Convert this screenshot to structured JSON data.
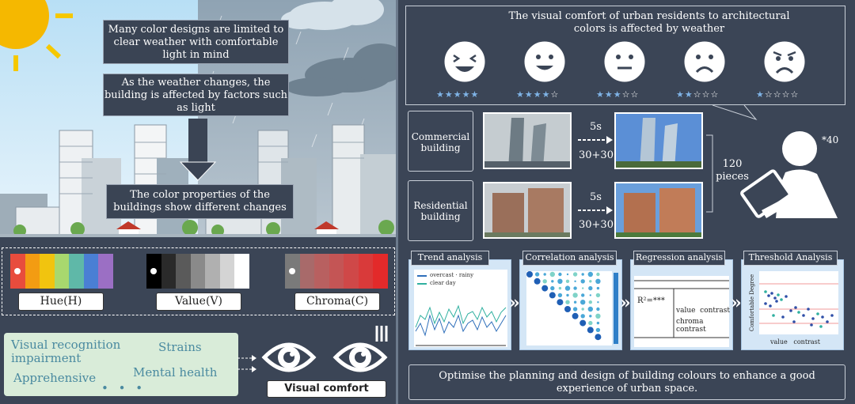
{
  "left": {
    "box1": "Many color designs are limited to clear weather with comfortable light in mind",
    "box2": "As the weather changes, the building is affected by factors such as light",
    "box3": "The color properties of the buildings show different changes",
    "hue_label": "Hue(H)",
    "value_label": "Value(V)",
    "chroma_label": "Chroma(C)",
    "hue_colors": [
      "#e84c3d",
      "#f39c12",
      "#f1c40f",
      "#a8d86e",
      "#5fb8a8",
      "#4a7fd4",
      "#9b6fc4"
    ],
    "value_colors": [
      "#000000",
      "#2a2a2a",
      "#5a5a5a",
      "#8a8a8a",
      "#b0b0b0",
      "#d4d4d4",
      "#ffffff"
    ],
    "chroma_colors": [
      "#7a7a7a",
      "#a86a6a",
      "#b86060",
      "#c45555",
      "#cf4848",
      "#d93a3a",
      "#e32a2a"
    ],
    "effects": {
      "t1": "Visual recognition impairment",
      "t2": "Strains",
      "t3": "Apprehensive",
      "t4": "Mental health",
      "dots": "• • •"
    },
    "visual_comfort": "Visual comfort"
  },
  "right": {
    "top_text": "The visual comfort of urban residents to architectural colors is affected by weather",
    "ratings": [
      {
        "face": "very-happy",
        "stars": 5
      },
      {
        "face": "happy",
        "stars": 4
      },
      {
        "face": "neutral",
        "stars": 3
      },
      {
        "face": "sad",
        "stars": 2
      },
      {
        "face": "angry",
        "stars": 1
      }
    ],
    "commercial": "Commercial building",
    "residential": "Residential building",
    "time1": "5s",
    "time1b": "30+30",
    "time2": "5s",
    "time2b": "30+30",
    "pieces": "120 pieces",
    "participants": "*40",
    "analyses": [
      {
        "title": "Trend analysis"
      },
      {
        "title": "Correlation analysis"
      },
      {
        "title": "Regression analysis"
      },
      {
        "title": "Threshold Analysis"
      }
    ],
    "trend_legend1": "overcast · rainy",
    "trend_legend2": "clear day",
    "regression_r": "R²=***",
    "regression_v1": "value  contrast",
    "regression_v2": "chroma contrast",
    "threshold_ylabel": "Comfortable Degree",
    "threshold_xlabel": "value   contrast",
    "bottom_text": "Optimise the planning and design of building colours to enhance a good experience of urban space."
  }
}
